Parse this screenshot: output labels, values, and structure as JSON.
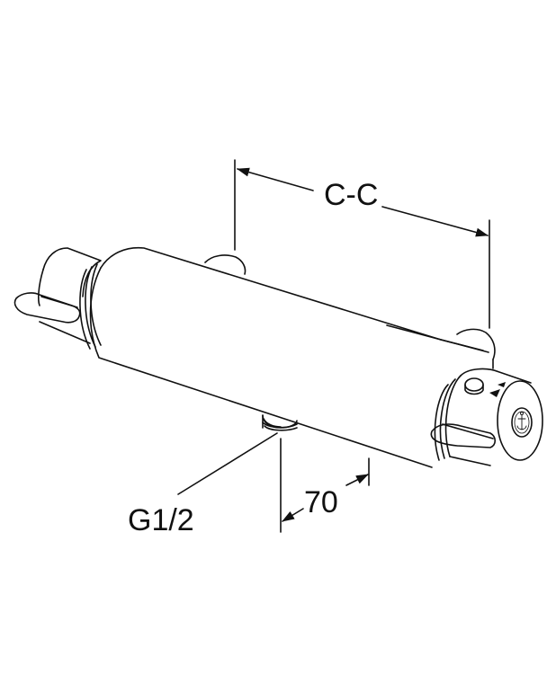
{
  "figure": {
    "subject": "thermostatic shower mixer, exposed wall mount",
    "style": "black line drawing on white",
    "colors": {
      "line": "#111111",
      "background": "#ffffff"
    }
  },
  "dimensions": {
    "center_to_center": {
      "label": "C-C"
    },
    "outlet_offset": {
      "label": "70"
    },
    "outlet_thread": {
      "label": "G1/2"
    }
  },
  "markings": {
    "dial_arrows": "▲▼",
    "dial_logo": "anchor-icon"
  }
}
